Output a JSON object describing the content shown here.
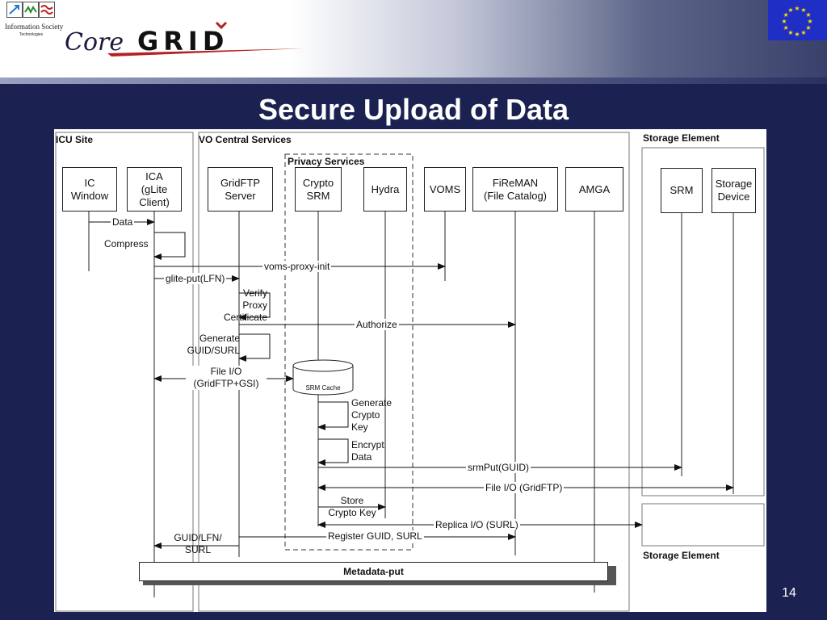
{
  "header": {
    "ist_logo_text": "Information Society",
    "ist_logo_subtext": "Technologies",
    "coregrid_logo_text": "Core GRID"
  },
  "title": "Secure Upload of Data",
  "page_number": "14",
  "diagram": {
    "sections": {
      "icu_site": "ICU Site",
      "vo_central": "VO Central Services",
      "privacy": "Privacy Services",
      "storage_top": "Storage Element",
      "storage_bottom": "Storage Element"
    },
    "actors": {
      "ic_window": "IC\nWindow",
      "ica": "ICA\n(gLite\nClient)",
      "gridftp": "GridFTP\nServer",
      "crypto_srm": "Crypto\nSRM",
      "hydra": "Hydra",
      "voms": "VOMS",
      "fireman": "FiReMAN\n(File Catalog)",
      "amga": "AMGA",
      "srm": "SRM",
      "storage_device": "Storage\nDevice"
    },
    "srm_cache": "SRM Cache",
    "messages": {
      "data": "Data",
      "compress": "Compress",
      "voms_proxy_init": "voms-proxy-init",
      "glite_put": "glite-put(LFN)",
      "verify_proxy": "Verify\nProxy\nCertificate",
      "authorize": "Authorize",
      "generate_guid": "Generate\nGUID/SURL",
      "file_io_gsi": "File I/O\n(GridFTP+GSI)",
      "generate_key": "Generate\nCrypto\nKey",
      "encrypt": "Encrypt\nData",
      "srm_put": "srmPut(GUID)",
      "file_io_gridftp": "File I/O (GridFTP)",
      "store_key": "Store\nCrypto Key",
      "replica_io": "Replica I/O (SURL)",
      "register": "Register GUID, SURL",
      "return_guid": "GUID/LFN/\nSURL",
      "metadata_put": "Metadata-put"
    }
  }
}
